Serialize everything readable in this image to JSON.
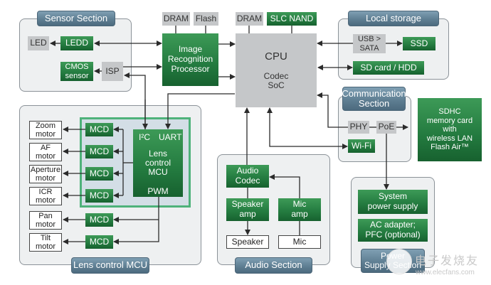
{
  "sections": {
    "sensor": "Sensor Section",
    "local_storage": "Local storage",
    "communication": "Communication\nSection",
    "lens": "Lens control MCU",
    "audio": "Audio Section",
    "power": "Power\nSupply Section"
  },
  "sensor": {
    "led": "LED",
    "ledd": "LEDD",
    "cmos": "CMOS\nsensor",
    "isp": "ISP"
  },
  "memory": {
    "dram_1": "DRAM",
    "flash": "Flash",
    "dram_2": "DRAM",
    "slc_nand": "SLC NAND"
  },
  "irp": "Image\nRecognition\nProcessor",
  "cpu": {
    "title": "CPU",
    "subtitle": "Codec\nSoC"
  },
  "storage": {
    "usb_sata": "USB >\nSATA",
    "ssd": "SSD",
    "sd_hdd": "SD card / HDD"
  },
  "communication": {
    "phy": "PHY",
    "poe": "PoE",
    "wifi": "Wi-Fi"
  },
  "sdhc": "SDHC\nmemory card\nwith\nwireless LAN\nFlash Air™",
  "lens": {
    "motors": [
      "Zoom\nmotor",
      "AF\nmotor",
      "Aperture\nmotor",
      "ICR\nmotor",
      "Pan\nmotor",
      "Tilt\nmotor"
    ],
    "mcd": "MCD",
    "i2c": "I²C",
    "uart": "UART",
    "mcu": "Lens\ncontrol\nMCU",
    "pwm": "PWM"
  },
  "audio": {
    "codec": "Audio\nCodec",
    "speaker_amp": "Speaker\namp",
    "mic_amp": "Mic\namp",
    "speaker": "Speaker",
    "mic": "Mic"
  },
  "power": {
    "system": "System\npower supply",
    "ac": "AC adapter;\nPFC (optional)"
  },
  "watermark": {
    "brand": "电子发烧友",
    "url": "www.elecfans.com"
  }
}
